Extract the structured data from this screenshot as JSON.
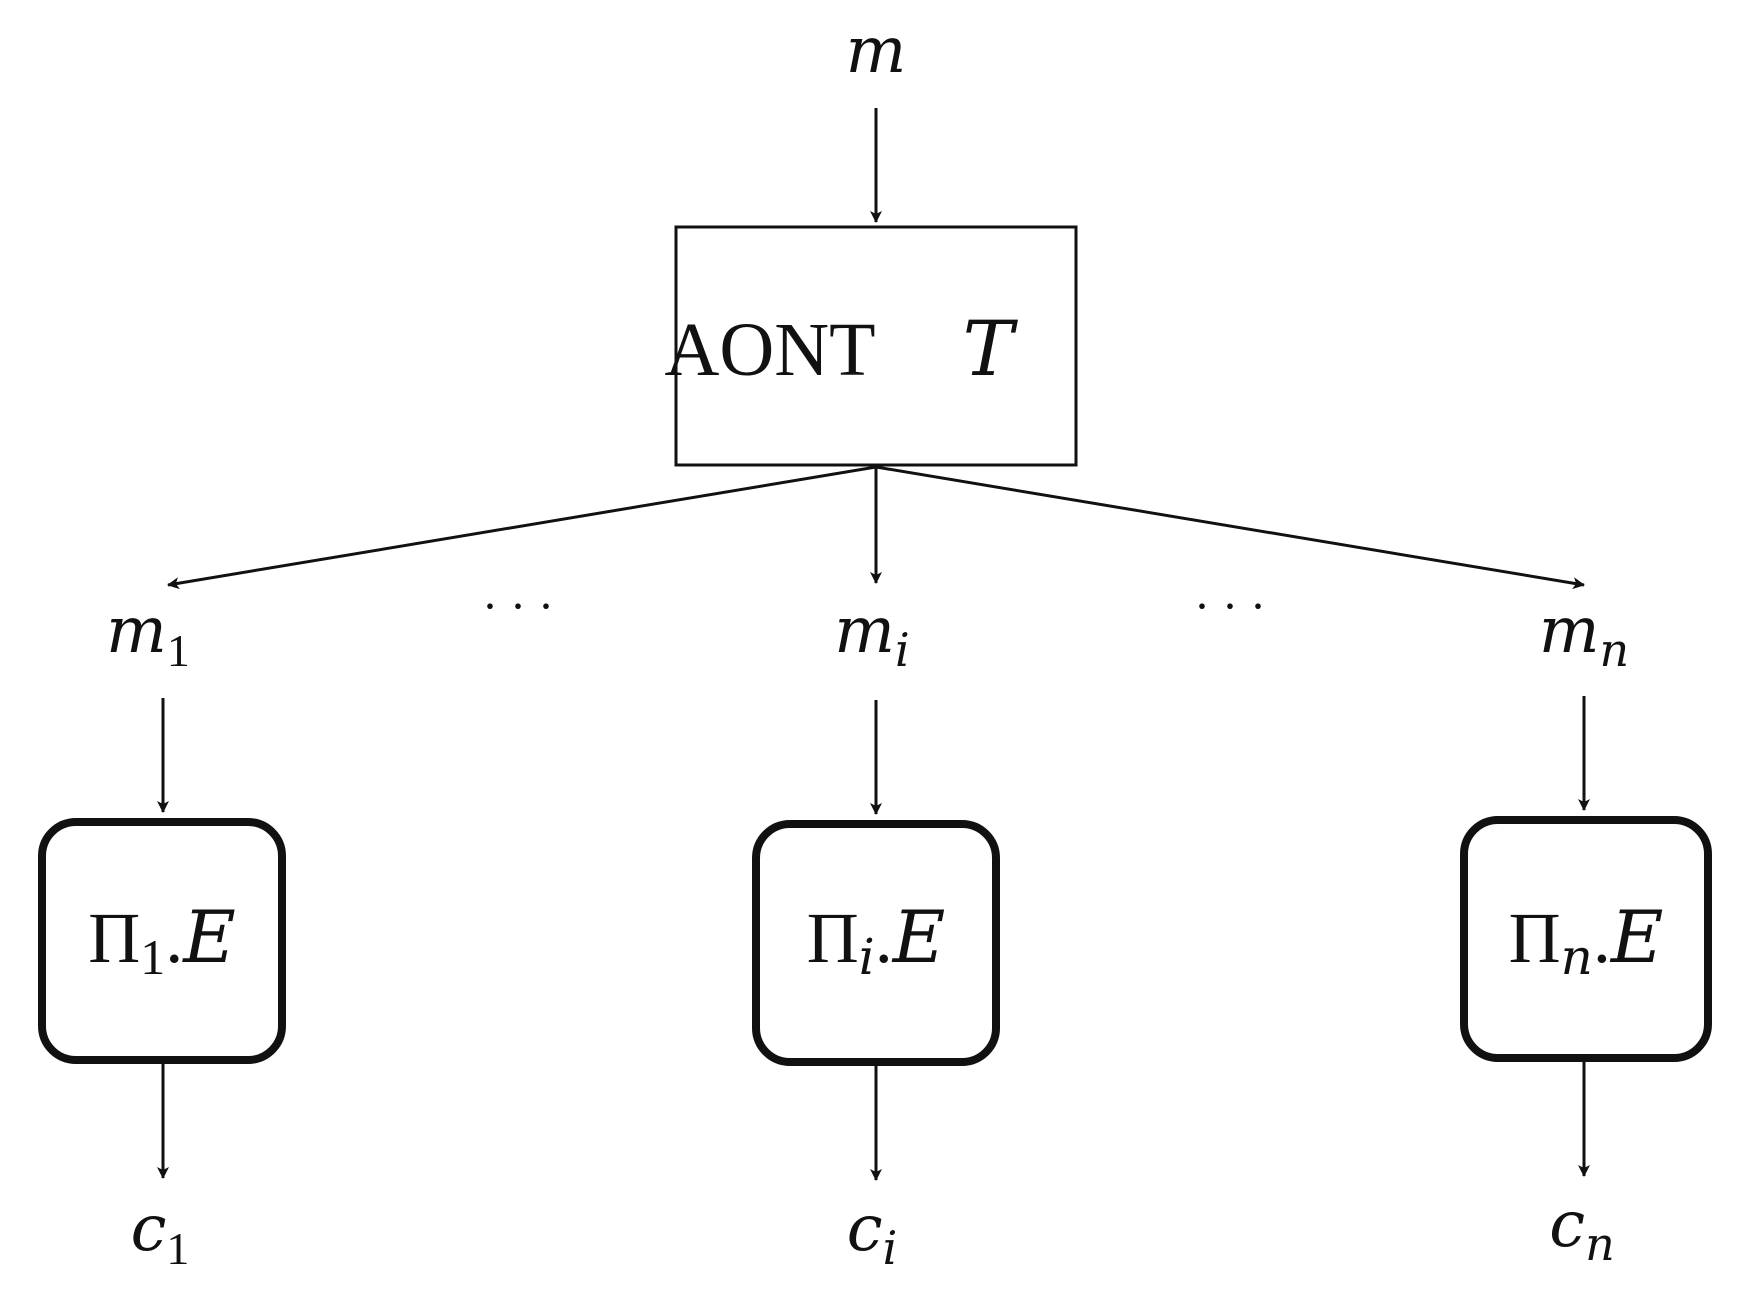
{
  "input": {
    "base": "m"
  },
  "transform": {
    "label": "AONT",
    "symbol": "T"
  },
  "ellipsis": "· · ·",
  "branches": [
    {
      "part": {
        "base": "m",
        "sub": "1"
      },
      "encrypt": {
        "pi": "Π",
        "sub": "1",
        "dot": ".",
        "enc": "E"
      },
      "output": {
        "base": "c",
        "sub": "1"
      }
    },
    {
      "part": {
        "base": "m",
        "sub": "i"
      },
      "encrypt": {
        "pi": "Π",
        "sub": "i",
        "dot": ".",
        "enc": "E"
      },
      "output": {
        "base": "c",
        "sub": "i"
      }
    },
    {
      "part": {
        "base": "m",
        "sub": "n"
      },
      "encrypt": {
        "pi": "Π",
        "sub": "n",
        "dot": ".",
        "enc": "E"
      },
      "output": {
        "base": "c",
        "sub": "n"
      }
    }
  ]
}
